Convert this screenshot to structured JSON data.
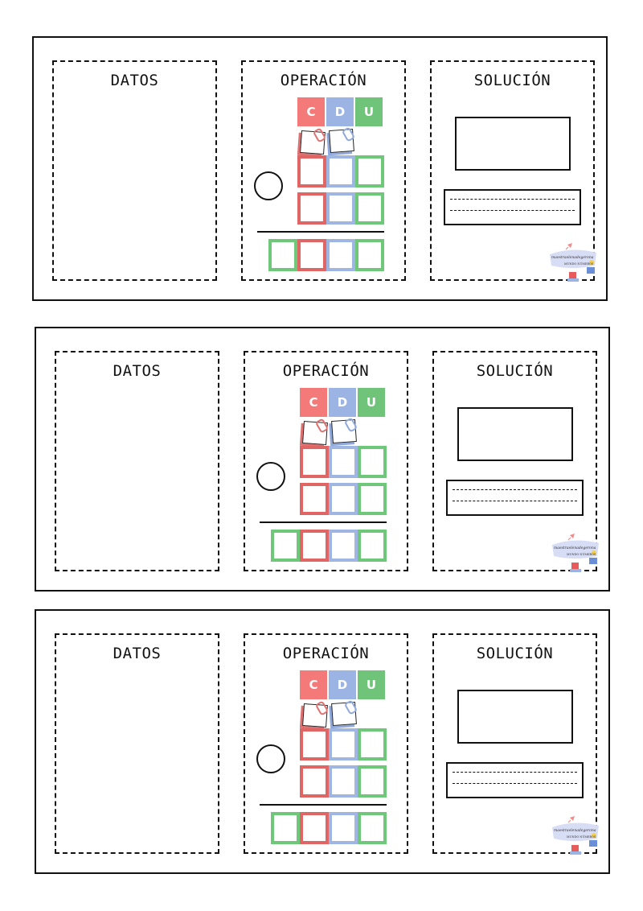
{
  "worksheet": {
    "columns": {
      "data_title": "DATOS",
      "operation_title": "OPERACIÓN",
      "solution_title": "SOLUCIÓN"
    },
    "place_values": [
      {
        "label": "C",
        "color": "#f47a7a"
      },
      {
        "label": "D",
        "color": "#9cb4e3"
      },
      {
        "label": "U",
        "color": "#70c47a"
      }
    ],
    "logo": {
      "text": "maestraelenadegerona",
      "subtext": "MUNDO NÚMEROS"
    }
  },
  "cards": [
    {
      "id": "problem-1"
    },
    {
      "id": "problem-2"
    },
    {
      "id": "problem-3"
    }
  ]
}
